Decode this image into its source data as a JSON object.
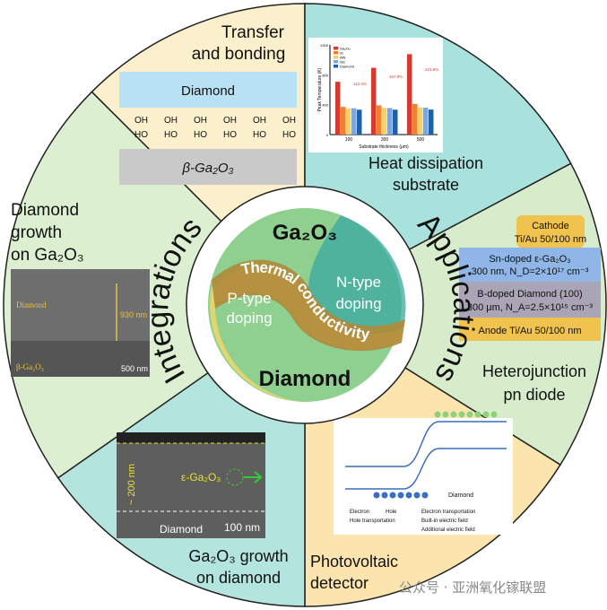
{
  "center": {
    "top": "Ga₂O₃",
    "bottom": "Diamond",
    "band": "Thermal conductivity",
    "left": [
      "P-type",
      "doping"
    ],
    "right": [
      "N-type",
      "doping"
    ]
  },
  "ring": {
    "left": "Integrations",
    "right": "Applications"
  },
  "sectors": {
    "transfer": {
      "title": [
        "Transfer",
        "and bonding"
      ],
      "top_layer": "Diamond",
      "bottom_layer": "β-Ga₂O₃",
      "bond_top": "OH",
      "bond_bottom": "HO"
    },
    "heat": {
      "title": [
        "Heat dissipation",
        "substrate"
      ]
    },
    "hetero": {
      "title": [
        "Heterojunction",
        "pn diode"
      ],
      "layers": [
        "Cathode",
        "Ti/Au 50/100 nm",
        "Sn-doped ε-Ga₂O₃",
        "300 nm, N_D=2×10¹⁷ cm⁻³",
        "B-doped Diamond (100)",
        "300 μm, N_A=2.5×10¹⁵ cm⁻³",
        "Anode  Ti/Au 50/100 nm"
      ]
    },
    "photo": {
      "title": [
        "Photovoltaic",
        "detector"
      ],
      "labels": [
        "Electron",
        "Hole",
        "Electron transportation",
        "Hole transportation",
        "Built-in electric field",
        "Additional electric field",
        "Diamond"
      ]
    },
    "growth_on_diamond": {
      "title": [
        "Ga₂O₃ growth",
        "on diamond"
      ],
      "film": "ε-Ga₂O₃",
      "thickness": "~ 200 nm",
      "substrate": "Diamond",
      "scale": "100 nm"
    },
    "diamond_growth": {
      "title": [
        "Diamond",
        "growth",
        "on Ga₂O₃"
      ],
      "top": "Diamond",
      "bottom": "β-Ga₂O₃",
      "thickness": "930 nm",
      "scale": "500 nm"
    }
  },
  "watermark": "公众号 · 亚洲氧化镓联盟",
  "heat_chart": {
    "type": "bar",
    "xlabel": "Substrate thickness (μm)",
    "ylabel": "Peak Temperature (K)",
    "categories": [
      "100",
      "300",
      "500"
    ],
    "legend": [
      "Ga₂O₃",
      "Si",
      "AlN",
      "SiC",
      "Diamond"
    ],
    "colors": [
      "#d63a2f",
      "#f08030",
      "#f4d070",
      "#7ba7e0",
      "#1f5fa8"
    ],
    "series": [
      [
        706.25,
        370,
        350,
        352,
        332.47
      ],
      [
        893.26,
        390,
        358,
        355,
        333.0
      ],
      [
        1075.6,
        410,
        362,
        360,
        334.13
      ]
    ],
    "percent": [
      "112.4%",
      "167.8%",
      "221.9%"
    ],
    "ylim": [
      0,
      1200
    ],
    "yticks": [
      "0",
      "400",
      "800",
      "1200"
    ]
  }
}
